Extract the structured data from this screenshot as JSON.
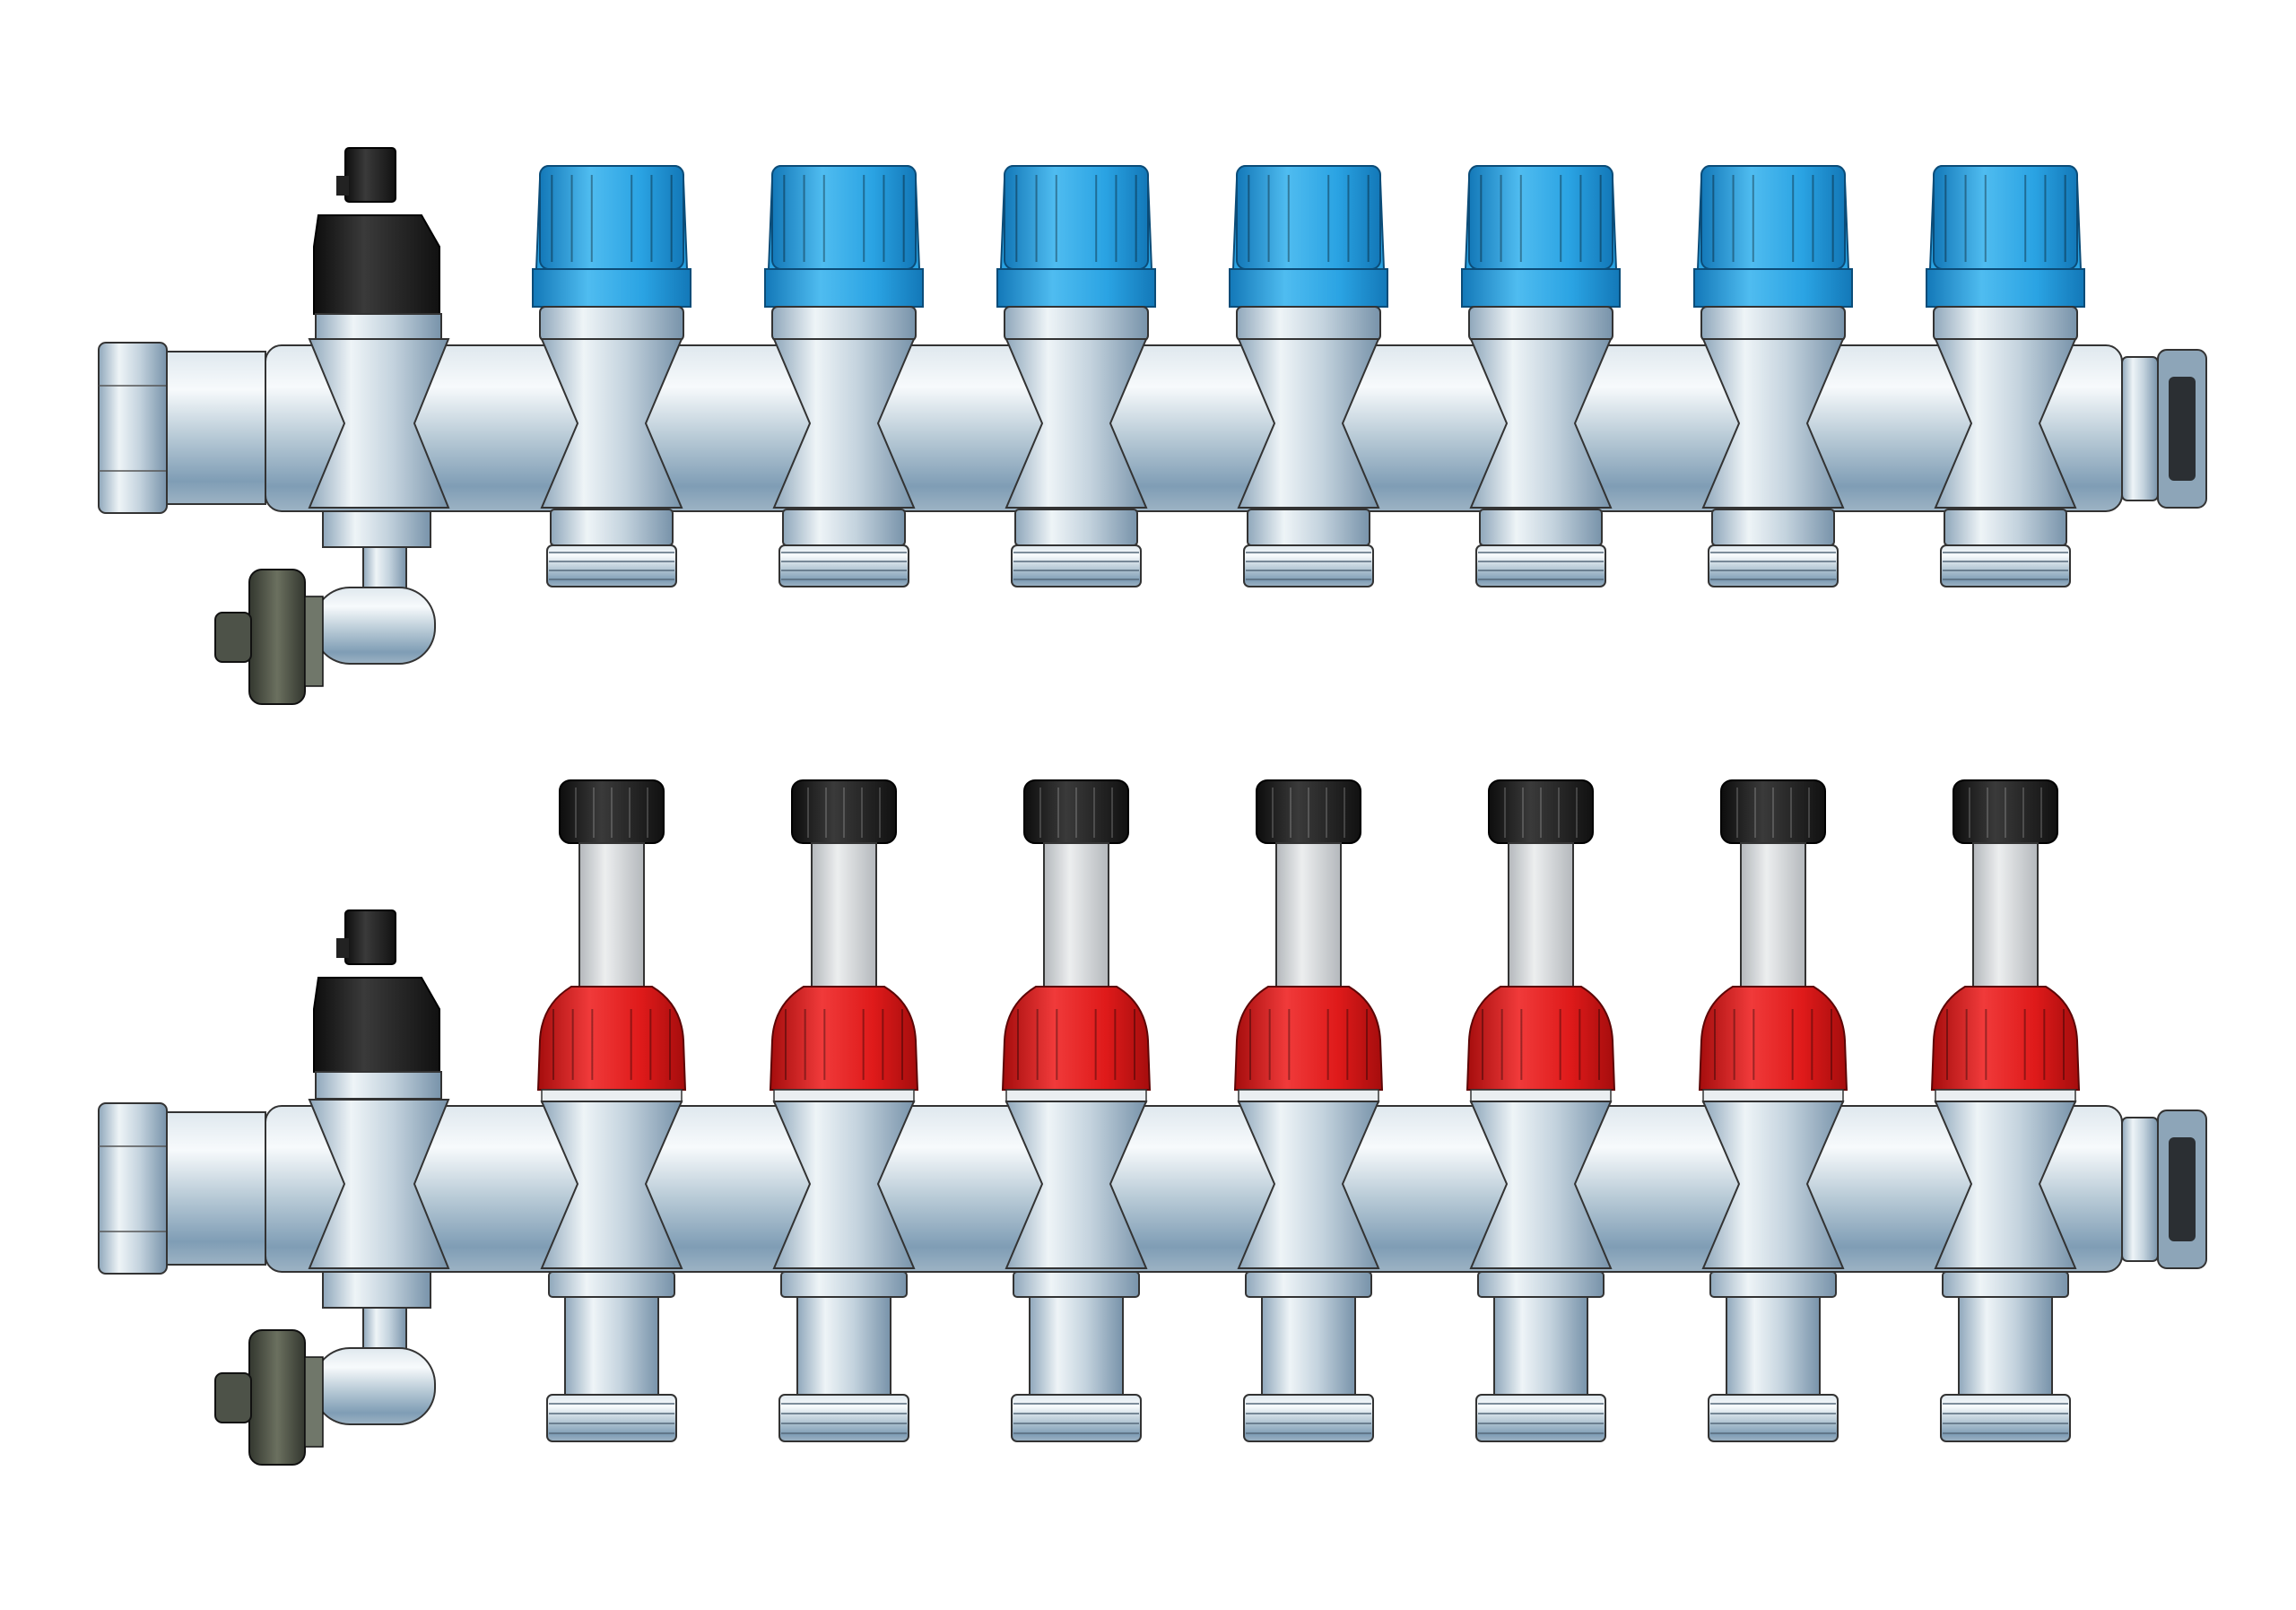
{
  "colors": {
    "background": "#ffffff",
    "steel_light": "#eef3f6",
    "steel_mid": "#a9bdca",
    "steel_dark": "#5d7890",
    "cap_blue": "#2aa3e3",
    "cap_blue_dark": "#1378b8",
    "cap_red": "#df1a1a",
    "cap_red_dark": "#a50d0d",
    "black_part": "#1c1c1c",
    "flow_tube": "#d7d9db",
    "drain_valve": "#4d5248"
  },
  "manifolds": [
    {
      "name": "return-manifold",
      "outlet_count": 7,
      "valve_cap": "blue-thermostatic-cap",
      "cap_color": "#2aa3e3",
      "has_flow_meters": false
    },
    {
      "name": "supply-manifold",
      "outlet_count": 7,
      "valve_cap": "red-flow-meter-body",
      "cap_color": "#df1a1a",
      "has_flow_meters": true
    }
  ],
  "components": {
    "air_vent": "black-automatic-air-vent-icon",
    "drain_valve": "drain-fill-valve-icon",
    "inlet_nut": "hex-union-nut-icon",
    "end_cap": "end-plug-icon"
  }
}
